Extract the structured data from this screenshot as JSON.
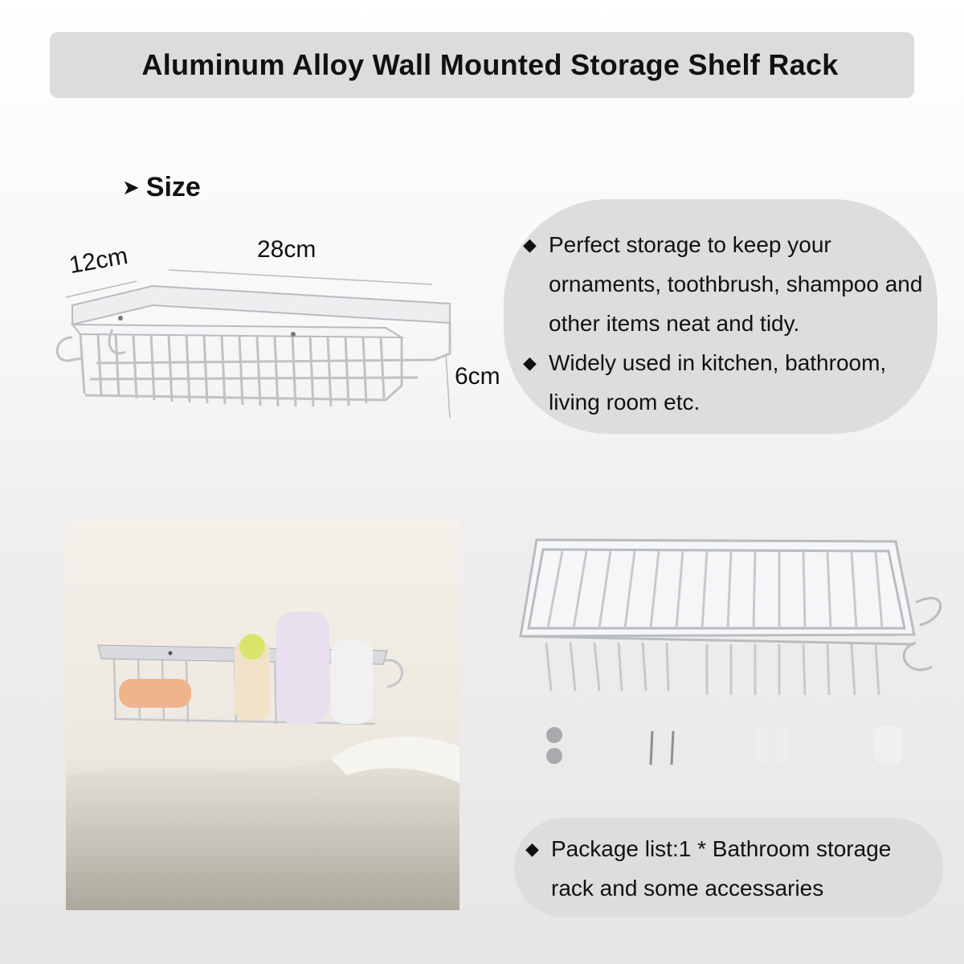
{
  "title": "Aluminum Alloy Wall Mounted Storage Shelf Rack",
  "size_section": {
    "heading": "Size",
    "arrow_icon": "arrow-right-icon",
    "dimensions": {
      "width": "12cm",
      "length": "28cm",
      "height": "6cm"
    }
  },
  "features": {
    "bullet_icon": "diamond-bullet-icon",
    "items": [
      "Perfect storage to keep your ornaments, toothbrush, shampoo and other items neat and tidy.",
      "Widely used in kitchen, bathroom, living room etc."
    ]
  },
  "package": {
    "bullet_icon": "diamond-bullet-icon",
    "text": "Package list:1 * Bathroom storage rack and some accessaries"
  },
  "colors": {
    "banner": "#dcdcdc",
    "bubble": "#dddddd",
    "metal": "#c9cbce"
  }
}
